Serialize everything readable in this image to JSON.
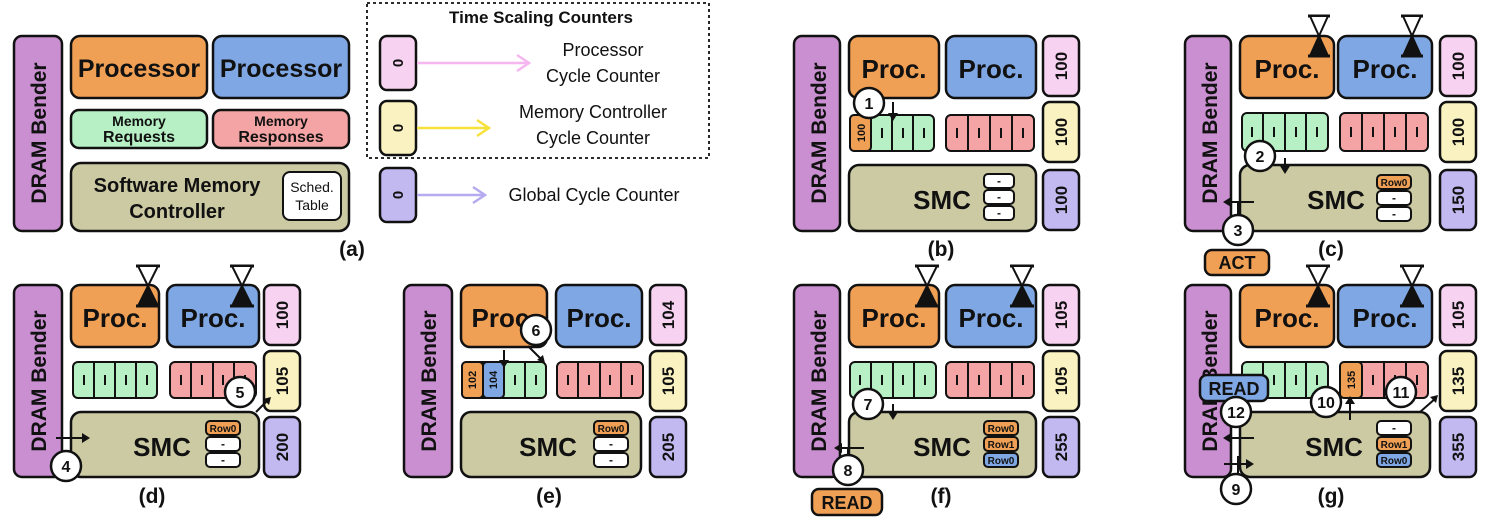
{
  "colors": {
    "bender": "#c98fd1",
    "proc1": "#f0a055",
    "proc2": "#7fa7e3",
    "req": "#b6f0c4",
    "resp": "#f4a4a4",
    "smc": "#cccaa3",
    "pink": "#f7d2f1",
    "yellow": "#faf3c1",
    "purple": "#c2b9f0",
    "stroke": "#111111"
  },
  "labels": {
    "bender": "DRAM Bender",
    "processor": "Processor",
    "proc": "Proc.",
    "mem_requests_l1": "Memory",
    "mem_requests_l2": "Requests",
    "mem_responses_l1": "Memory",
    "mem_responses_l2": "Responses",
    "smc_full_l1": "Software Memory",
    "smc_full_l2": "Controller",
    "sched_l1": "Sched.",
    "sched_l2": "Table",
    "smc": "SMC",
    "dash": "-",
    "act": "ACT",
    "read": "READ"
  },
  "legend": {
    "title": "Time Scaling Counters",
    "zero": "0",
    "proc_l1": "Processor",
    "proc_l2": "Cycle Counter",
    "mc_l1": "Memory Controller",
    "mc_l2": "Cycle Counter",
    "global": "Global Cycle Counter"
  },
  "panels": {
    "a": {
      "label": "(a)"
    },
    "b": {
      "label": "(b)",
      "counters": [
        "100",
        "100",
        "100"
      ],
      "slots": [
        "100"
      ],
      "steps": [
        "1"
      ]
    },
    "c": {
      "label": "(c)",
      "counters": [
        "100",
        "100",
        "150"
      ],
      "slots": [
        "Row0"
      ],
      "steps": [
        "2",
        "3"
      ]
    },
    "d": {
      "label": "(d)",
      "counters": [
        "100",
        "105",
        "200"
      ],
      "slots": [
        "Row0"
      ],
      "steps": [
        "4",
        "5"
      ]
    },
    "e": {
      "label": "(e)",
      "counters": [
        "104",
        "105",
        "205"
      ],
      "slots": [
        "102",
        "104",
        "Row0"
      ],
      "steps": [
        "6"
      ]
    },
    "f": {
      "label": "(f)",
      "counters": [
        "105",
        "105",
        "255"
      ],
      "slots": [
        "Row0",
        "Row1",
        "Row0"
      ],
      "steps": [
        "7",
        "8"
      ]
    },
    "g": {
      "label": "(g)",
      "counters": [
        "105",
        "135",
        "355"
      ],
      "slots": [
        "135",
        "Row1",
        "Row0"
      ],
      "steps": [
        "9",
        "10",
        "11",
        "12"
      ]
    }
  }
}
